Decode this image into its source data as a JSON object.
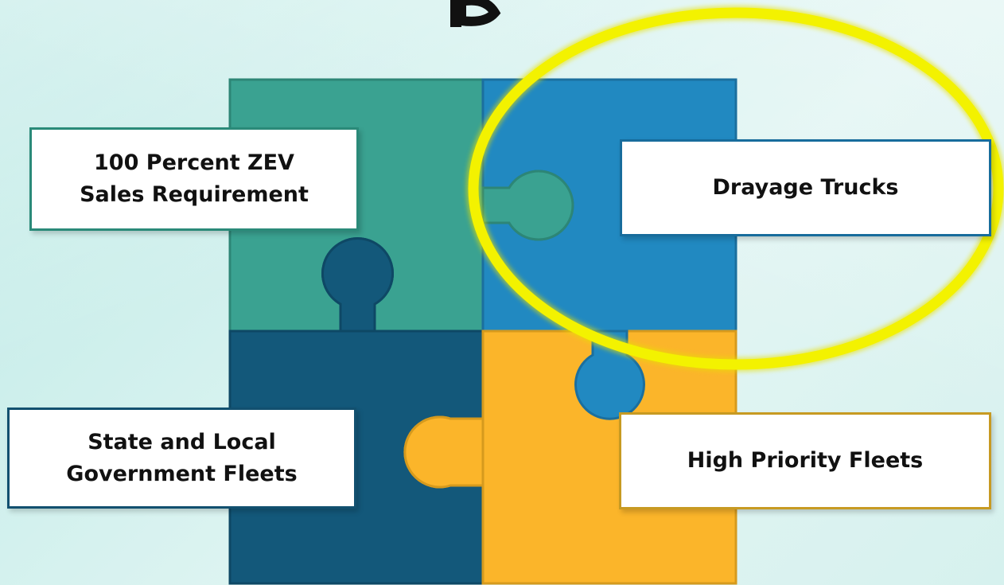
{
  "pieces": [
    {
      "id": "zev",
      "label": "100 Percent ZEV\nSales Requirement",
      "color": "#3aa291",
      "highlighted": false
    },
    {
      "id": "drayage",
      "label": "Drayage Trucks",
      "color": "#2189c1",
      "highlighted": true
    },
    {
      "id": "state",
      "label": "State and Local\nGovernment Fleets",
      "color": "#13587a",
      "highlighted": false
    },
    {
      "id": "high",
      "label": "High Priority Fleets",
      "color": "#fbb52a",
      "highlighted": false
    }
  ],
  "highlight_color": "#f3f200"
}
